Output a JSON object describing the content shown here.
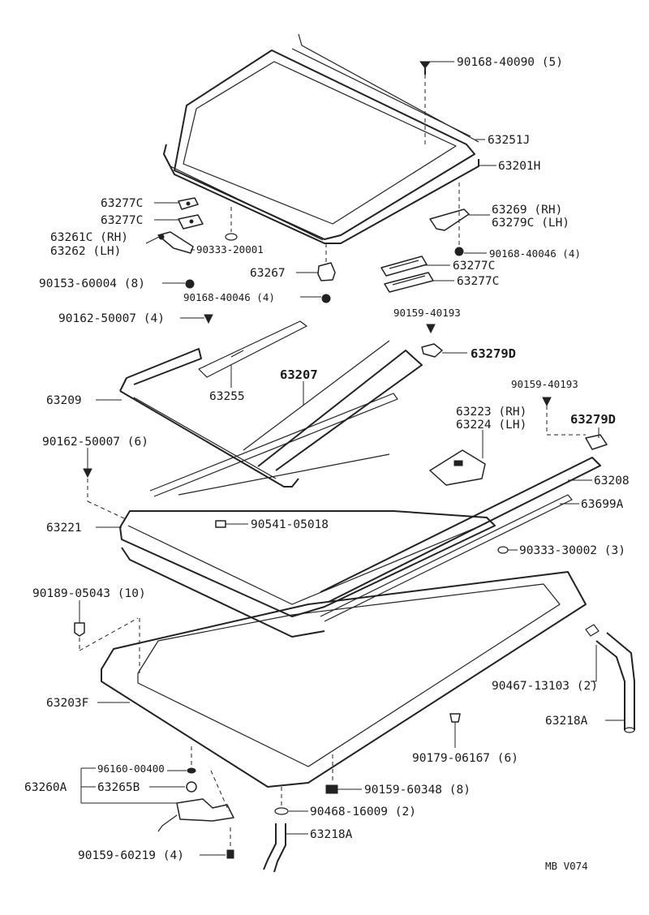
{
  "labels": {
    "p90168_40090": "90168-40090 (5)",
    "p63251J": "63251J",
    "p63201H": "63201H",
    "p63277C_a": "63277C",
    "p63277C_b": "63277C",
    "p63261C": "63261C (RH)",
    "p63262": "63262   (LH)",
    "p90333_20001": "90333-20001",
    "p63269": "63269   (RH)",
    "p63279C": "63279C (LH)",
    "p90168_40046_r": "90168-40046 (4)",
    "p63277C_c": "63277C",
    "p63277C_d": "63277C",
    "p63267": "63267",
    "p90153_60004": "90153-60004 (8)",
    "p90168_40046_c": "90168-40046 (4)",
    "p90159_40193_a": "90159-40193",
    "p63279D_a": "63279D",
    "p90162_50007_a": "90162-50007 (4)",
    "p63207": "63207",
    "p63255": "63255",
    "p63209": "63209",
    "p90159_40193_b": "90159-40193",
    "p63223": "63223 (RH)",
    "p63224": "63224 (LH)",
    "p63279D_b": "63279D",
    "p90162_50007_b": "90162-50007 (6)",
    "p63208": "63208",
    "p63699A": "63699A",
    "p63221": "63221",
    "p90541_05018": "90541-05018",
    "p90333_30002": "90333-30002 (3)",
    "p90189_05043": "90189-05043 (10)",
    "p90467_13103": "90467-13103 (2)",
    "p63203F": "63203F",
    "p63218A_r": "63218A",
    "p90179_06167": "90179-06167 (6)",
    "p96160_00400": "96160-00400",
    "p63260A": "63260A",
    "p63265B": "63265B",
    "p90159_60348": "90159-60348 (8)",
    "p90468_16009": "90468-16009 (2)",
    "p63218A_b": "63218A",
    "p90159_60219": "90159-60219 (4)",
    "footer_code": "MB  V074"
  }
}
